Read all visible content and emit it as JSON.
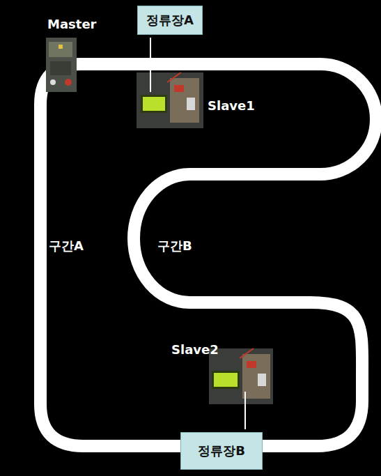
{
  "diagram": {
    "nodes": [
      {
        "text": [
          "정류장A"
        ]
      },
      {
        "text": [
          "정류장B"
        ]
      }
    ],
    "labels": [
      "Master",
      "Slave1",
      "구간A",
      "구간B",
      "Slave2"
    ]
  }
}
